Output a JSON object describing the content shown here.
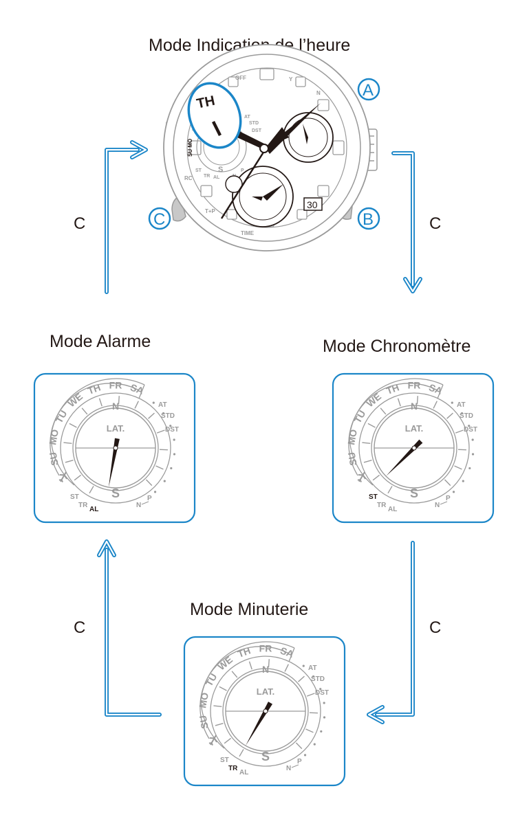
{
  "titles": {
    "timekeeping": "Mode Indication de l’heure",
    "alarm": "Mode Alarme",
    "stopwatch": "Mode Chronomètre",
    "timer": "Mode Minuterie"
  },
  "button_press_label": "C",
  "buttons": {
    "a": "A",
    "b": "B",
    "c": "C"
  },
  "watch": {
    "highlighted_day": "TH",
    "bezel_marks": [
      "OFF",
      "Y",
      "N",
      "RC",
      "T+P",
      "TIME"
    ],
    "side_marks": [
      "AT",
      "STD",
      "DST",
      "ST",
      "TR",
      "AL",
      "N",
      "P"
    ],
    "left_dial_day": "SU MO",
    "dial_center": "S",
    "date": "30"
  },
  "dial": {
    "days": [
      "SU",
      "MO",
      "TU",
      "WE",
      "TH",
      "FR",
      "SA"
    ],
    "right_marks": [
      "AT",
      "STD",
      "DST"
    ],
    "bottom_marks": [
      "ST",
      "TR",
      "AL"
    ],
    "north": "N",
    "south": "S",
    "south_right_marks": [
      "N",
      "P"
    ],
    "center_label": "LAT."
  },
  "panels": {
    "alarm": {
      "active_mark": "AL"
    },
    "stopwatch": {
      "active_mark": "ST"
    },
    "timer": {
      "active_mark": "TR"
    }
  },
  "colors": {
    "accent": "#1b86c8",
    "outline": "#888888",
    "text": "#231815"
  },
  "icons": [
    "plane-icon",
    "arrow-right-icon",
    "arrow-down-icon",
    "arrow-left-icon",
    "arrow-up-icon"
  ]
}
